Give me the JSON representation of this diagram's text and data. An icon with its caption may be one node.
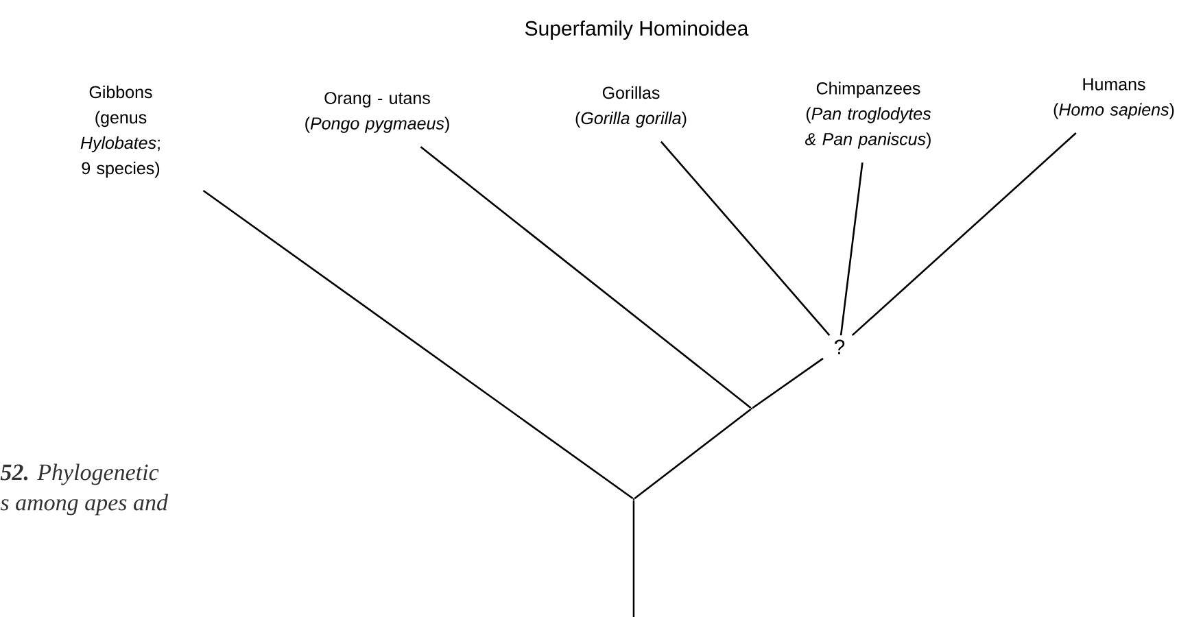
{
  "diagram": {
    "title": "Superfamily Hominoidea",
    "nodes": [
      {
        "text": [
          "Gibbons",
          "(genus *Hylobates*; 9 species)"
        ]
      },
      {
        "text": [
          "Orang - utans",
          "(*Pongo pygmaeus*)"
        ]
      },
      {
        "text": [
          "Gorillas",
          "(*Gorilla gorilla*)"
        ]
      },
      {
        "text": [
          "Chimpanzees",
          "(*Pan troglodytes & Pan paniscus*)"
        ]
      },
      {
        "text": [
          "Humans",
          "(*Homo sapiens*)"
        ]
      },
      {
        "text": [
          "?"
        ]
      },
      {
        "text": [],
        "shape": "point"
      },
      {
        "text": [],
        "shape": "point"
      }
    ],
    "edges": [
      {
        "from": 0,
        "to": 7,
        "arrow": "none"
      },
      {
        "from": 1,
        "to": 6,
        "arrow": "none"
      },
      {
        "from": 2,
        "to": 5,
        "arrow": "none"
      },
      {
        "from": 3,
        "to": 5,
        "arrow": "none"
      },
      {
        "from": 4,
        "to": 5,
        "arrow": "none"
      },
      {
        "from": 5,
        "to": 6,
        "arrow": "none"
      },
      {
        "from": 6,
        "to": 7,
        "arrow": "none"
      },
      {
        "from": 7,
        "to": null,
        "arrow": "none"
      }
    ],
    "labels": [
      "**52.** Phylogenetic",
      "s among apes and"
    ]
  }
}
